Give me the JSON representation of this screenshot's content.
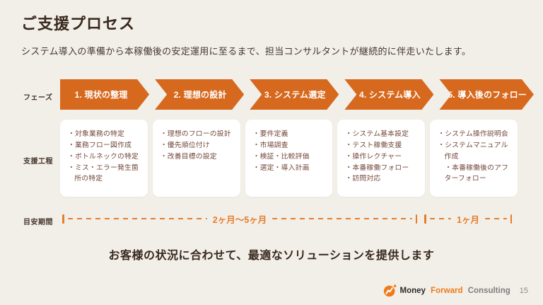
{
  "header": {
    "title": "ご支援プロセス",
    "subtitle": "システム導入の準備から本稼働後の安定運用に至るまで、担当コンサルタントが継続的に伴走いたします。"
  },
  "labels": {
    "phase": "フェーズ",
    "process": "支援工程",
    "duration": "目安期間"
  },
  "phases": [
    {
      "label": "1. 現状の整理",
      "items": [
        "・対象業務の特定",
        "・業務フロー図作成",
        "・ボトルネックの特定",
        "・ミス・エラー発生箇所の特定"
      ]
    },
    {
      "label": "2. 理想の設計",
      "items": [
        "・理想のフローの設計",
        "・優先順位付け",
        "・改善目標の設定"
      ]
    },
    {
      "label": "3. システム選定",
      "items": [
        "・要件定義",
        "・市場調査",
        "・検証・比較評価",
        "・選定・導入計画"
      ]
    },
    {
      "label": "4. システム導入",
      "items": [
        "・システム基本設定",
        "・テスト稼働支援",
        "・操作レクチャー",
        "・本番稼働フォロー",
        "・訪問対応"
      ]
    },
    {
      "label": "5. 導入後のフォロー",
      "items": [
        "・システム操作説明会",
        "・システムマニュアル作成",
        "　・本番稼働後のアフターフォロー"
      ]
    }
  ],
  "durations": [
    {
      "label": "2ヶ月〜5ヶ月"
    },
    {
      "label": "1ヶ月"
    }
  ],
  "closing_message": "お客様の状況に合わせて、最適なソリューションを提供します",
  "footer": {
    "brand_money": "Money",
    "brand_forward": "Forward",
    "brand_consulting": "Consulting",
    "page_number": "15",
    "logo_icon": "money-forward-logo"
  },
  "colors": {
    "background": "#F2EFE9",
    "arrow_orange": "#D7691E",
    "timeline_orange": "#E67D28",
    "title_text": "#38281D",
    "label_text": "#45352B",
    "bullet_text": "#74493B",
    "box_background": "#FFFFFF",
    "brand_orange": "#EE7A18",
    "brand_dark": "#2E2A26",
    "muted_gray": "#7E7E7E"
  }
}
